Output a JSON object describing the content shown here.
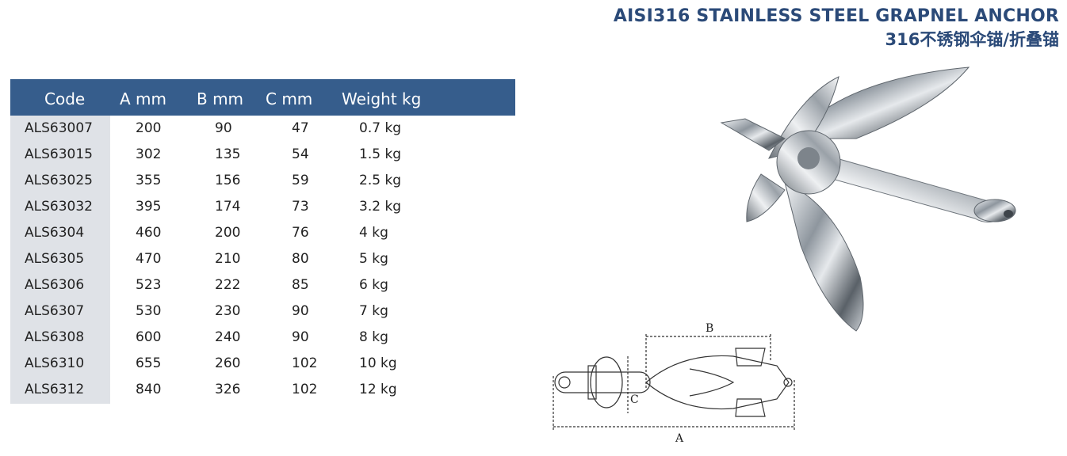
{
  "title": {
    "en": "AISI316 STAINLESS STEEL GRAPNEL ANCHOR",
    "cn": "316不锈钢伞锚/折叠锚"
  },
  "table": {
    "headers": [
      "Code",
      "A mm",
      "B mm",
      "C mm",
      "Weight kg"
    ],
    "rows": [
      [
        "ALS63007",
        "200",
        "90",
        "47",
        "0.7 kg"
      ],
      [
        "ALS63015",
        "302",
        "135",
        "54",
        "1.5 kg"
      ],
      [
        "ALS63025",
        "355",
        "156",
        "59",
        "2.5 kg"
      ],
      [
        "ALS63032",
        "395",
        "174",
        "73",
        "3.2 kg"
      ],
      [
        "ALS6304",
        "460",
        "200",
        "76",
        "4 kg"
      ],
      [
        "ALS6305",
        "470",
        "210",
        "80",
        "5 kg"
      ],
      [
        "ALS6306",
        "523",
        "222",
        "85",
        "6 kg"
      ],
      [
        "ALS6307",
        "530",
        "230",
        "90",
        "7 kg"
      ],
      [
        "ALS6308",
        "600",
        "240",
        "90",
        "8 kg"
      ],
      [
        "ALS6310",
        "655",
        "260",
        "102",
        "10 kg"
      ],
      [
        "ALS6312",
        "840",
        "326",
        "102",
        "12 kg"
      ]
    ]
  },
  "diagram": {
    "labels": {
      "a": "A",
      "b": "B",
      "c": "C"
    }
  },
  "colors": {
    "title": "#2b4a78",
    "header_bg": "#365d8c",
    "code_col_bg": "#dfe2e7"
  }
}
